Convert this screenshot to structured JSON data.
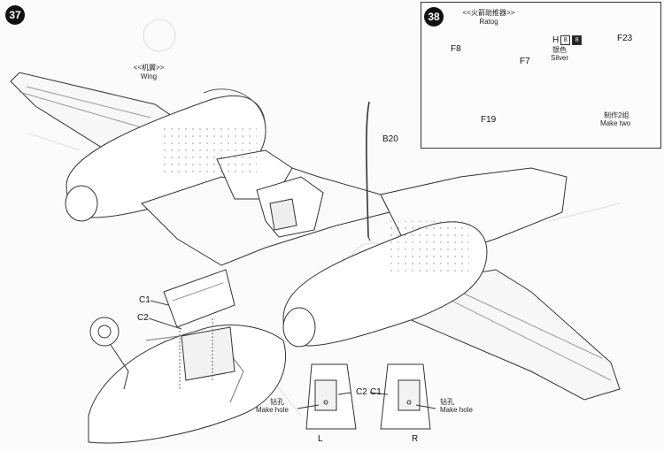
{
  "steps": {
    "step37": "37",
    "step38": "38"
  },
  "labels": {
    "wing_cn": "<<机翼>>",
    "wing_en": "Wing",
    "ratog_cn": "<<火箭助推器>>",
    "ratog_en": "Ratog",
    "silver_cn": "银色",
    "silver_en": "Silver",
    "make_two_cn": "制作2组",
    "make_two_en": "Make two",
    "make_hole_cn": "钻孔",
    "make_hole_en": "Make hole",
    "left": "L",
    "right": "R"
  },
  "parts": {
    "b20": "B20",
    "c1": "C1",
    "c2": "C2",
    "f8": "F8",
    "f7": "F7",
    "f19": "F19",
    "f23": "F23",
    "h": "H",
    "h_code": "8",
    "h_code2": "8"
  }
}
